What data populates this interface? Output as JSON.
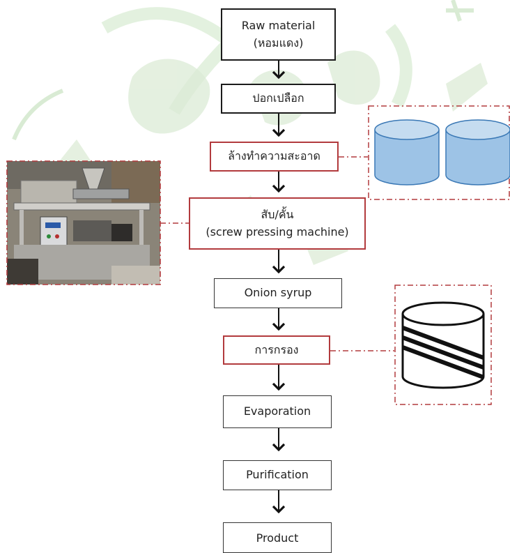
{
  "colors": {
    "accent": "#b23a3d",
    "box_border": "#1b1b1b",
    "tank_fill": "#9dc3e6",
    "tank_stroke": "#3a78b5",
    "watermark": "#d7ecd3"
  },
  "flow": {
    "steps": [
      {
        "line1": "Raw material",
        "line2": "(หอมแดง)"
      },
      {
        "line1": "ปอกเปลือก"
      },
      {
        "line1": "ล้างทำความสะอาด"
      },
      {
        "line1": "สับ/คั้น",
        "line2": "(screw pressing machine)"
      },
      {
        "line1": "Onion syrup"
      },
      {
        "line1": "การกรอง"
      },
      {
        "line1": "Evaporation"
      },
      {
        "line1": "Purification"
      },
      {
        "line1": "Product"
      }
    ]
  },
  "callouts": {
    "washing_tanks_icon": "water-tanks-icon",
    "filter_icon": "filter-cartridge-icon",
    "machine_photo_icon": "screw-press-machine-photo"
  }
}
